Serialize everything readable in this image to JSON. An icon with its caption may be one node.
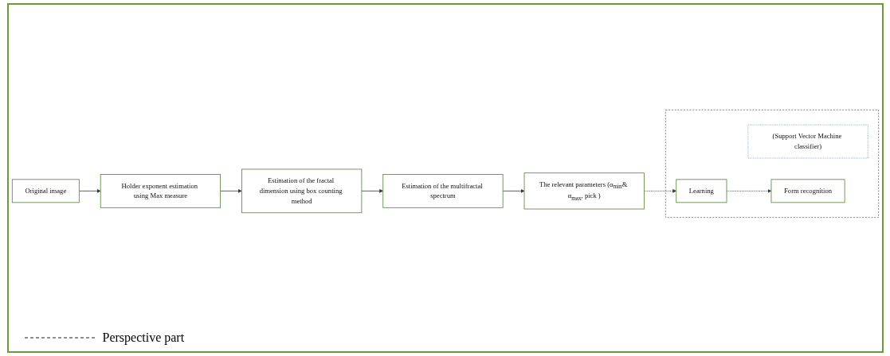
{
  "diagram": {
    "nodes": [
      {
        "text": [
          "Original image"
        ]
      },
      {
        "text": [
          "Holder exponent estimation using Max measure"
        ]
      },
      {
        "text": [
          "Estimation of the fractal dimension using box counting method"
        ]
      },
      {
        "text": [
          "Estimation of the multifractal spectrum"
        ]
      },
      {
        "text": [
          "The relevant parameters (α$_{min}$& α$_{max}$, pick )"
        ]
      },
      {
        "text": [],
        "shape": "box"
      },
      {
        "text": [
          "(Support Vector Machine classifier)"
        ],
        "in": 5
      },
      {
        "text": [
          "Form recognition"
        ],
        "in": 5
      },
      {
        "text": [
          "Learning"
        ],
        "in": 5
      }
    ],
    "edges": [
      {
        "from": 0,
        "to": 1,
        "arrow": "to"
      },
      {
        "from": 1,
        "to": 2,
        "arrow": "to"
      },
      {
        "from": 2,
        "to": 3,
        "arrow": "to"
      },
      {
        "from": 3,
        "to": 4,
        "arrow": "to"
      },
      {
        "from": 4,
        "to": 8,
        "arrow": "to",
        "style": "dashed"
      },
      {
        "from": 8,
        "to": 7,
        "arrow": "to",
        "style": "dashed"
      }
    ],
    "legend": [
      {
        "text": "Perspective part"
      }
    ]
  }
}
